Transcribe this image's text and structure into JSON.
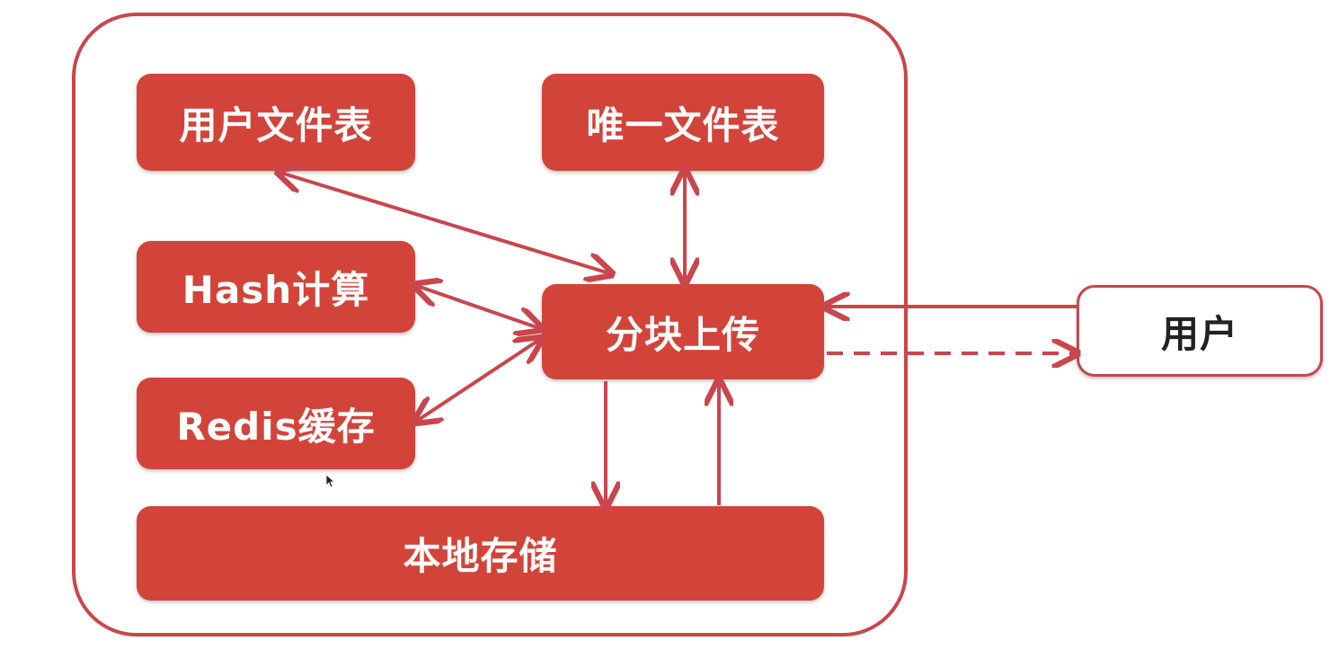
{
  "colors": {
    "node_fill": "#d2443a",
    "edge": "#c9464d",
    "text_light": "#ffffff",
    "text_dark": "#222222"
  },
  "nodes": {
    "user_file_table": "用户文件表",
    "unique_file_table": "唯一文件表",
    "hash_calc": "Hash计算",
    "redis_cache": "Redis缓存",
    "chunk_upload": "分块上传",
    "local_storage": "本地存储",
    "user": "用户"
  },
  "edges": [
    {
      "from": "user_file_table",
      "to": "chunk_upload",
      "style": "solid",
      "direction": "both"
    },
    {
      "from": "unique_file_table",
      "to": "chunk_upload",
      "style": "solid",
      "direction": "both"
    },
    {
      "from": "hash_calc",
      "to": "chunk_upload",
      "style": "solid",
      "direction": "both"
    },
    {
      "from": "redis_cache",
      "to": "chunk_upload",
      "style": "solid",
      "direction": "both"
    },
    {
      "from": "chunk_upload",
      "to": "local_storage",
      "style": "solid",
      "direction": "forward"
    },
    {
      "from": "local_storage",
      "to": "chunk_upload",
      "style": "solid",
      "direction": "forward"
    },
    {
      "from": "user",
      "to": "chunk_upload",
      "style": "solid",
      "direction": "forward"
    },
    {
      "from": "chunk_upload",
      "to": "user",
      "style": "dashed",
      "direction": "forward"
    }
  ]
}
